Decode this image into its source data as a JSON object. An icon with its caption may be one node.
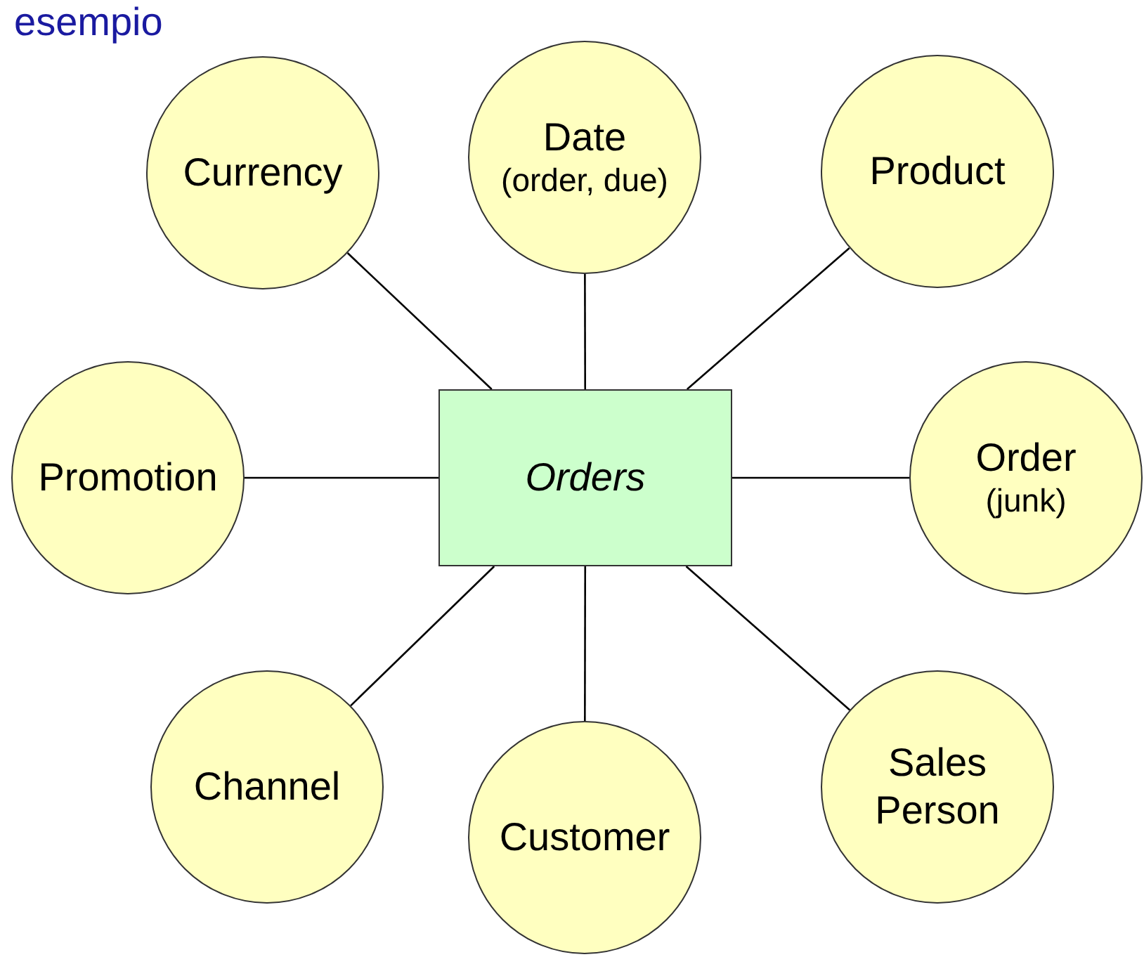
{
  "diagram": {
    "title": "esempio",
    "nodes": [
      {
        "text": [
          "Date",
          "(order, due)"
        ]
      },
      {
        "text": [
          "Currency"
        ]
      },
      {
        "text": [
          "Product"
        ]
      },
      {
        "text": [
          "Promotion"
        ]
      },
      {
        "text": [
          "Orders"
        ]
      },
      {
        "text": [
          "Order",
          "(junk)"
        ]
      },
      {
        "text": [
          "Channel"
        ]
      },
      {
        "text": [
          "Sales Person"
        ]
      },
      {
        "text": [
          "Customer"
        ]
      }
    ],
    "edges": [
      {
        "from": 4,
        "to": 0,
        "arrow": "none"
      },
      {
        "from": 4,
        "to": 1,
        "arrow": "none"
      },
      {
        "from": 4,
        "to": 2,
        "arrow": "none"
      },
      {
        "from": 4,
        "to": 3,
        "arrow": "none"
      },
      {
        "from": 4,
        "to": 5,
        "arrow": "none"
      },
      {
        "from": 4,
        "to": 6,
        "arrow": "none"
      },
      {
        "from": 4,
        "to": 7,
        "arrow": "none"
      },
      {
        "from": 4,
        "to": 8,
        "arrow": "none"
      }
    ]
  }
}
